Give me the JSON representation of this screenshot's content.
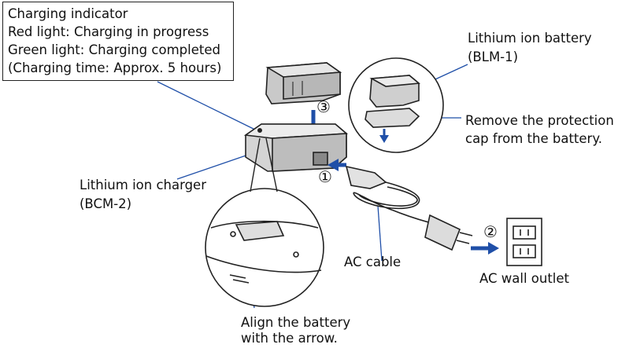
{
  "indicator_box": {
    "title": "Charging indicator",
    "red_light": "Red light: Charging in progress",
    "green_light": "Green light: Charging completed",
    "charging_time": "(Charging time: Approx. 5 hours)"
  },
  "battery": {
    "name": "Lithium ion battery",
    "model": "(BLM-1)"
  },
  "protection_cap": {
    "line1": "Remove the protection",
    "line2": "cap from the battery."
  },
  "charger": {
    "name": "Lithium ion charger",
    "model": "(BCM-2)"
  },
  "ac_cable": {
    "label": "AC cable"
  },
  "wall_outlet": {
    "label": "AC wall outlet"
  },
  "align": {
    "line1": "Align the battery",
    "line2": "with the arrow."
  },
  "steps": {
    "one": "①",
    "two": "②",
    "three": "③"
  },
  "colors": {
    "leader_line": "#1f4fa8",
    "arrow": "#1f4fa8",
    "outline": "#222222"
  }
}
